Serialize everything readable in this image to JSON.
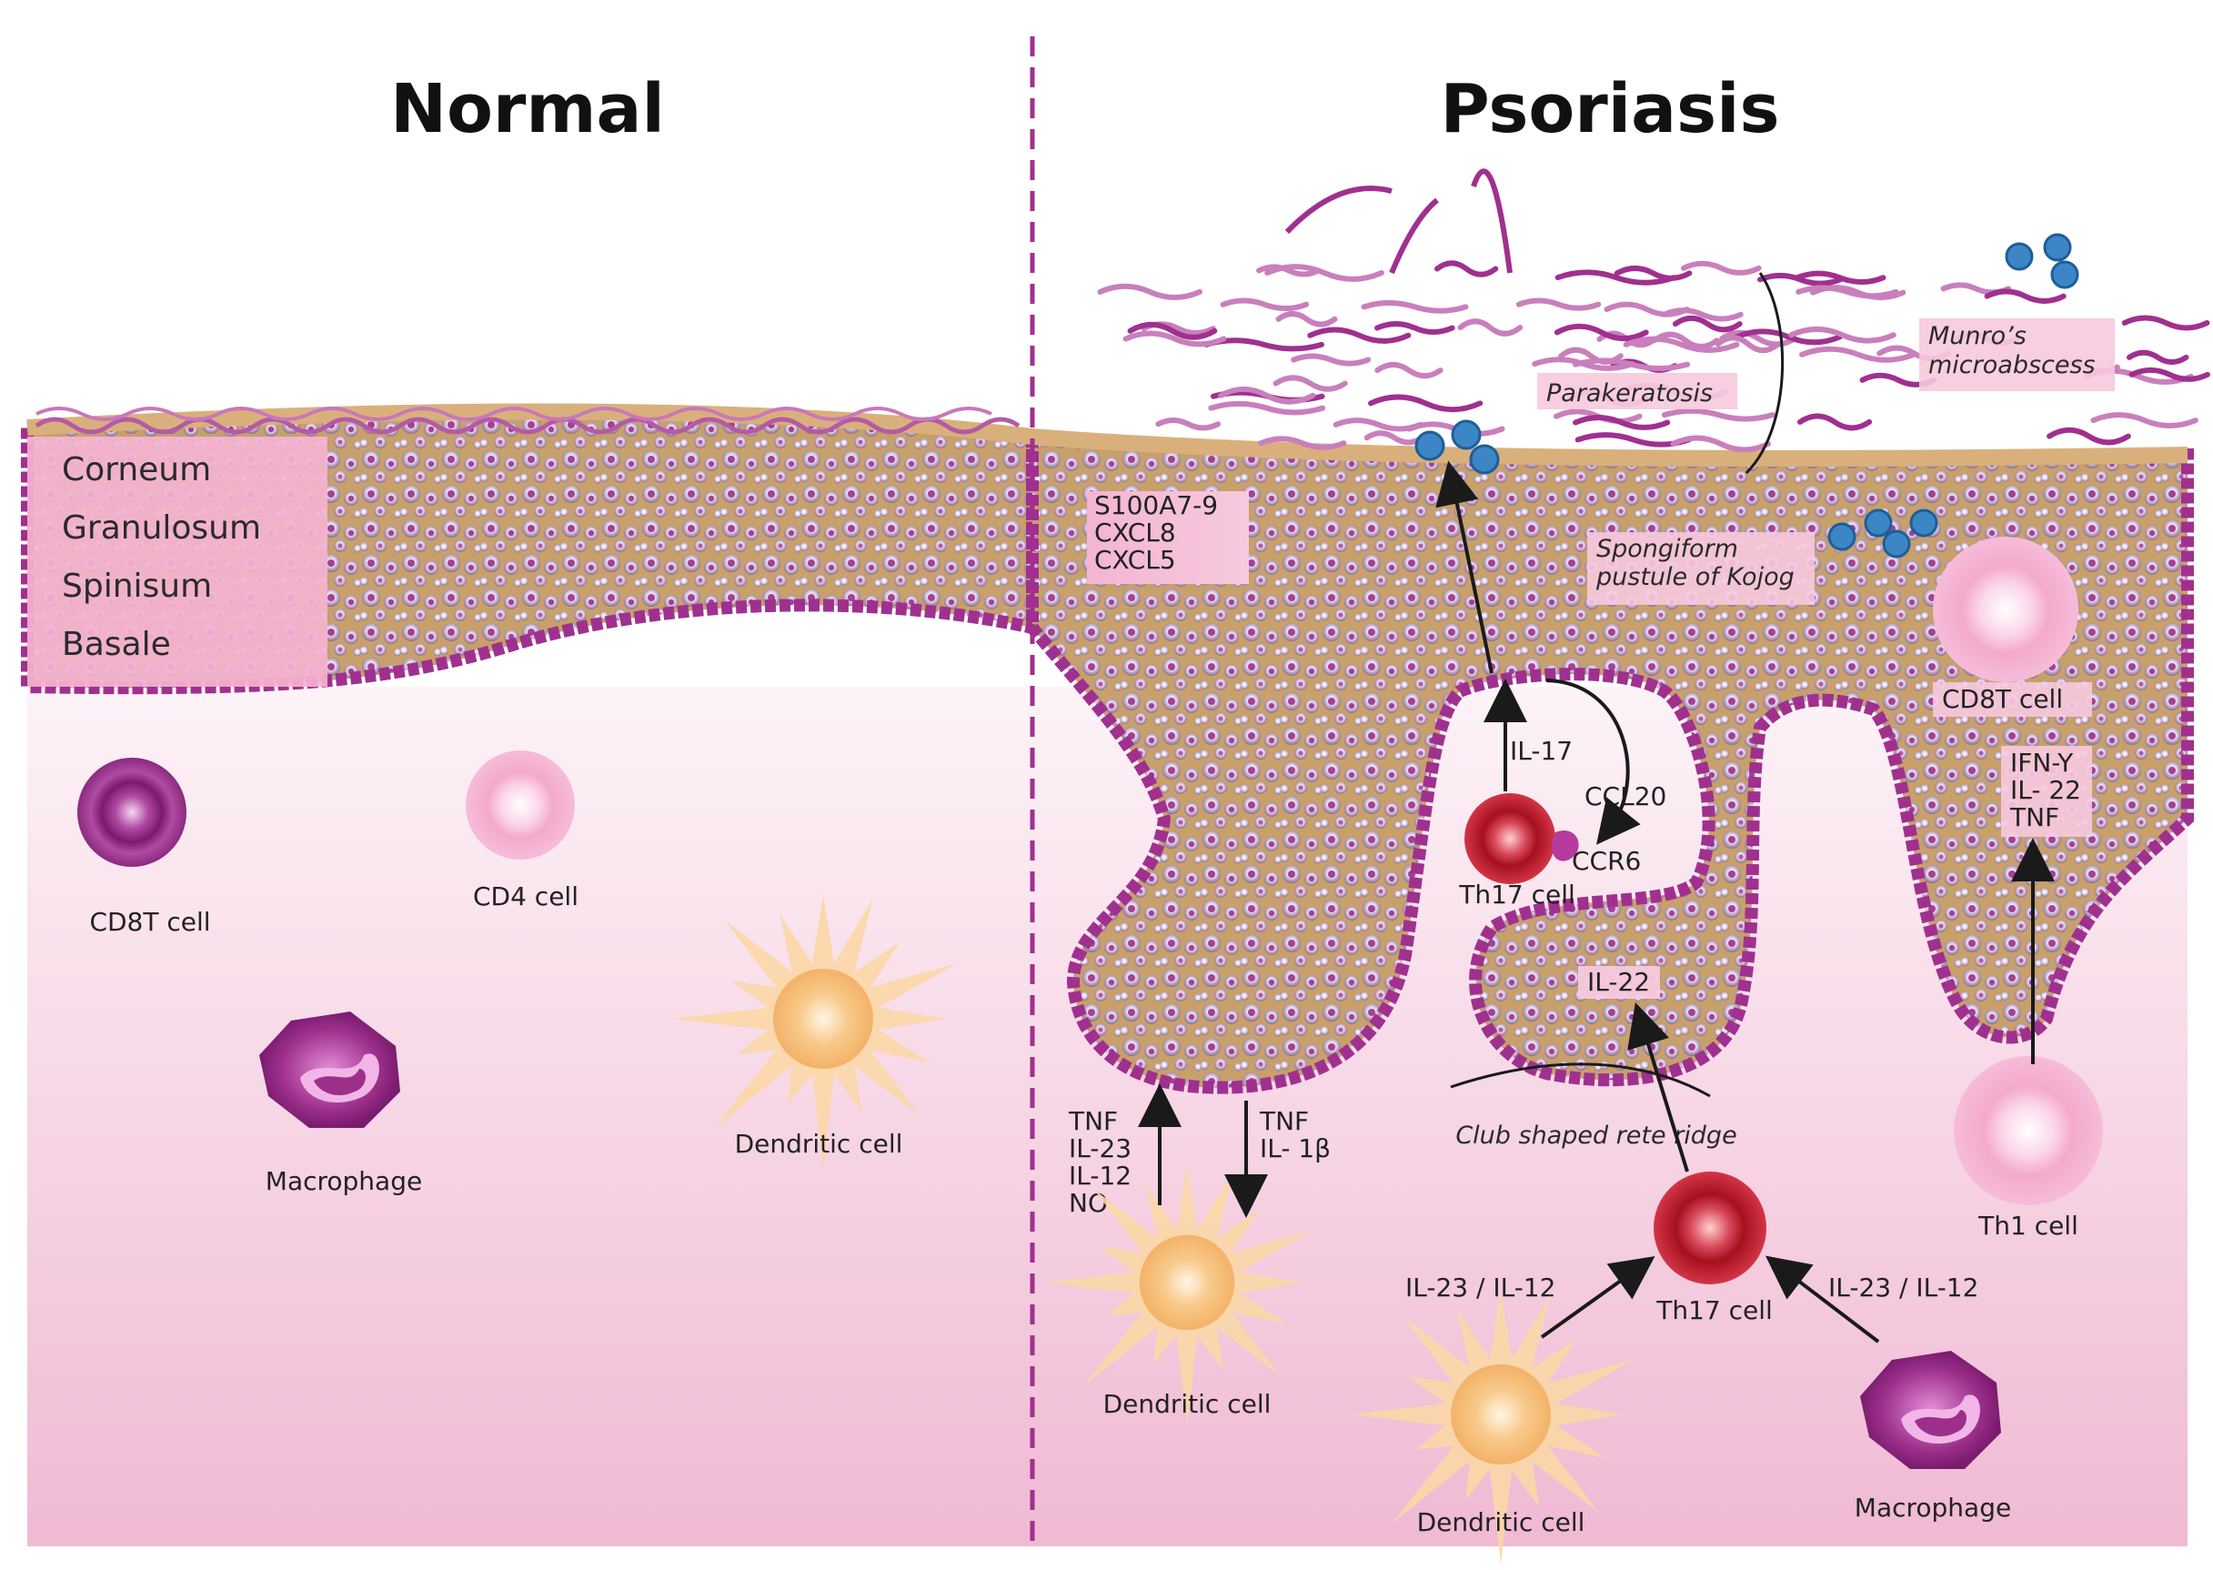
{
  "titles": {
    "normal": "Normal",
    "psoriasis": "Psoriasis"
  },
  "layers": [
    "Corneum",
    "Granulosum",
    "Spinisum",
    "Basale"
  ],
  "normal_cells": {
    "cd8t": "CD8T cell",
    "cd4": "CD4 cell",
    "macrophage": "Macrophage",
    "dendritic": "Dendritic cell"
  },
  "psoriasis_labels": {
    "parakeratosis": "Parakeratosis",
    "munro_line1": "Munro’s",
    "munro_line2": "microabscess",
    "spongiform_line1": "Spongiform",
    "spongiform_line2": "pustule of Kojog",
    "s100_line1": "S100A7-9",
    "s100_line2": "CXCL8",
    "s100_line3": "CXCL5",
    "cd8t": "CD8T cell",
    "ifn_line1": "IFN-Y",
    "ifn_line2": "IL- 22",
    "ifn_line3": "TNF",
    "il17": "IL-17",
    "ccl20": "CCL20",
    "ccr6": "CCR6",
    "th17_upper": "Th17 cell",
    "il22": "IL-22",
    "club": "Club shaped rete ridge",
    "tnf_up_1": "TNF",
    "tnf_up_2": "IL-23",
    "tnf_up_3": "IL-12",
    "tnf_up_4": "NO",
    "tnf_down_1": "TNF",
    "tnf_down_2": "IL- 1β",
    "dendritic_left": "Dendritic cell",
    "th17_lower": "Th17 cell",
    "il23_left": "IL-23 /  IL-12",
    "il23_right": "IL-23 / IL-12",
    "dendritic_bottom": "Dendritic cell",
    "macrophage": "Macrophage",
    "th1": "Th1 cell"
  },
  "colors": {
    "dermis_top": "#fdf3f7",
    "dermis_bottom": "#f0b9d3",
    "tissue": "#c8a06a",
    "cell": "#9c2f8a",
    "basal": "#a0308f",
    "th17": "#c4202f",
    "dendritic": "#f6c27a"
  }
}
